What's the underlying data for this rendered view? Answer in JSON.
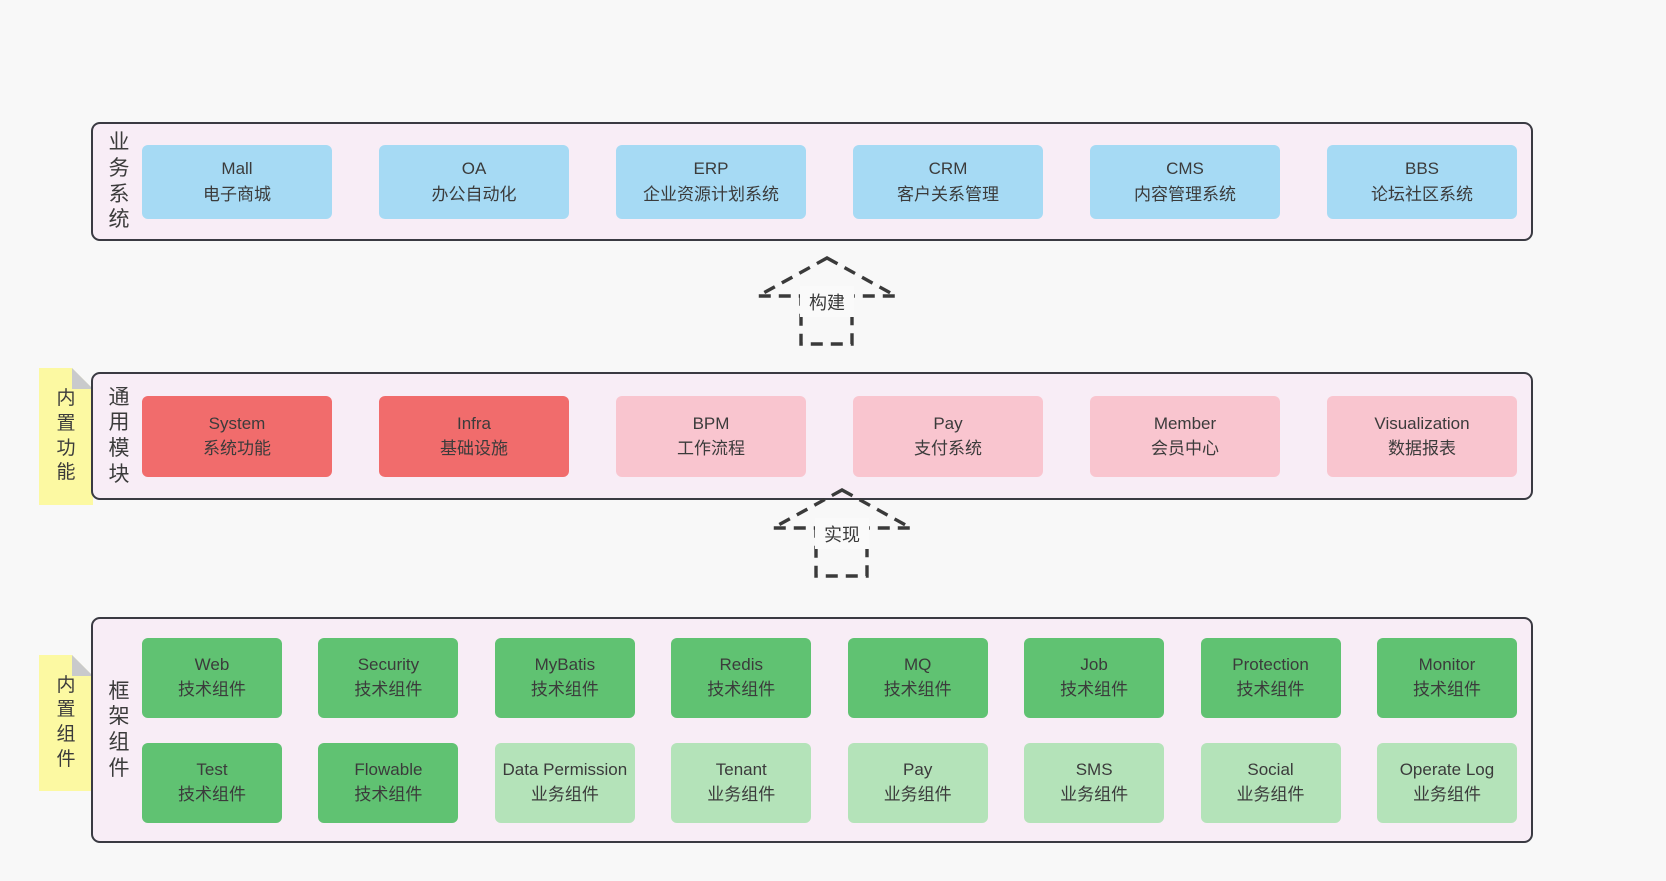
{
  "colors": {
    "page_bg": "#f8f8f8",
    "panel_bg": "#f8edf6",
    "panel_border": "#3a3a42",
    "text": "#3b3b3b",
    "arrow": "#3a3a3a",
    "blue": "#a6daf4",
    "red": "#f16c6c",
    "pink": "#f9c5cf",
    "green": "#60c272",
    "light_green": "#b4e3b9",
    "tag_yellow": "#fcf9a2",
    "tag_fold": "#c9cacc"
  },
  "business": {
    "side_label": "业务系统",
    "boxes": [
      {
        "title": "Mall",
        "subtitle": "电子商城"
      },
      {
        "title": "OA",
        "subtitle": "办公自动化"
      },
      {
        "title": "ERP",
        "subtitle": "企业资源计划系统"
      },
      {
        "title": "CRM",
        "subtitle": "客户关系管理"
      },
      {
        "title": "CMS",
        "subtitle": "内容管理系统"
      },
      {
        "title": "BBS",
        "subtitle": "论坛社区系统"
      }
    ]
  },
  "arrows": {
    "build": "构建",
    "implement": "实现"
  },
  "modules": {
    "tag": "内置功能",
    "side_label": "通用模块",
    "boxes": [
      {
        "title": "System",
        "subtitle": "系统功能",
        "color": "red"
      },
      {
        "title": "Infra",
        "subtitle": "基础设施",
        "color": "red"
      },
      {
        "title": "BPM",
        "subtitle": "工作流程",
        "color": "pink"
      },
      {
        "title": "Pay",
        "subtitle": "支付系统",
        "color": "pink"
      },
      {
        "title": "Member",
        "subtitle": "会员中心",
        "color": "pink"
      },
      {
        "title": "Visualization",
        "subtitle": "数据报表",
        "color": "pink"
      }
    ]
  },
  "components": {
    "tag": "内置组件",
    "side_label": "框架组件",
    "row1": [
      {
        "title": "Web",
        "subtitle": "技术组件",
        "color": "green"
      },
      {
        "title": "Security",
        "subtitle": "技术组件",
        "color": "green"
      },
      {
        "title": "MyBatis",
        "subtitle": "技术组件",
        "color": "green"
      },
      {
        "title": "Redis",
        "subtitle": "技术组件",
        "color": "green"
      },
      {
        "title": "MQ",
        "subtitle": "技术组件",
        "color": "green"
      },
      {
        "title": "Job",
        "subtitle": "技术组件",
        "color": "green"
      },
      {
        "title": "Protection",
        "subtitle": "技术组件",
        "color": "green"
      },
      {
        "title": "Monitor",
        "subtitle": "技术组件",
        "color": "green"
      }
    ],
    "row2": [
      {
        "title": "Test",
        "subtitle": "技术组件",
        "color": "green"
      },
      {
        "title": "Flowable",
        "subtitle": "技术组件",
        "color": "green"
      },
      {
        "title": "Data Permission",
        "subtitle": "业务组件",
        "color": "light_green"
      },
      {
        "title": "Tenant",
        "subtitle": "业务组件",
        "color": "light_green"
      },
      {
        "title": "Pay",
        "subtitle": "业务组件",
        "color": "light_green"
      },
      {
        "title": "SMS",
        "subtitle": "业务组件",
        "color": "light_green"
      },
      {
        "title": "Social",
        "subtitle": "业务组件",
        "color": "light_green"
      },
      {
        "title": "Operate Log",
        "subtitle": "业务组件",
        "color": "light_green"
      }
    ]
  }
}
